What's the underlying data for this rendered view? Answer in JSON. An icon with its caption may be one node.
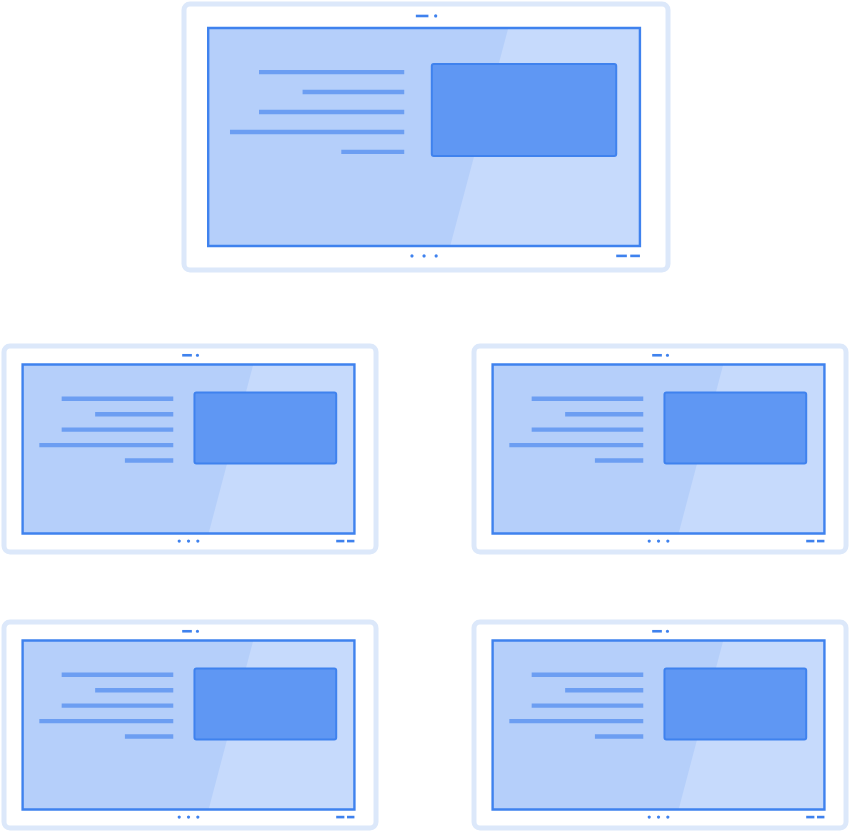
{
  "diagram": {
    "nodes": [
      {
        "text": [],
        "shape": "picture"
      },
      {
        "text": [],
        "shape": "picture"
      },
      {
        "text": [],
        "shape": "picture"
      },
      {
        "text": [],
        "shape": "picture"
      },
      {
        "text": [],
        "shape": "picture"
      }
    ]
  }
}
